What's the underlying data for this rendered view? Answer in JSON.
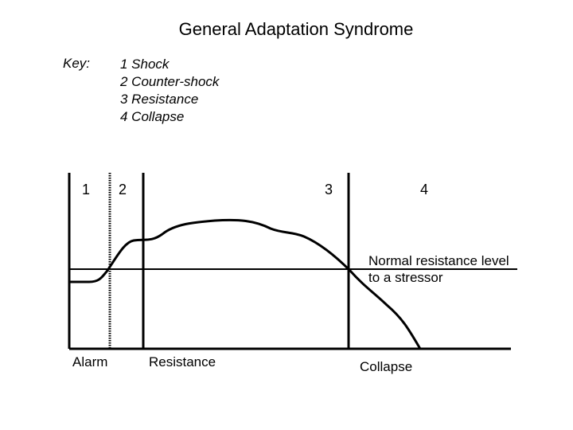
{
  "title": "General Adaptation Syndrome",
  "key": {
    "label": "Key:",
    "items": [
      "1 Shock",
      "2 Counter-shock",
      "3 Resistance",
      "4 Collapse"
    ]
  },
  "phases": [
    "1",
    "2",
    "3",
    "4"
  ],
  "stages": {
    "alarm": "Alarm",
    "resistance": "Resistance",
    "collapse": "Collapse"
  },
  "normal_level": {
    "line1": "Normal resistance level",
    "line2": "to a stressor"
  }
}
